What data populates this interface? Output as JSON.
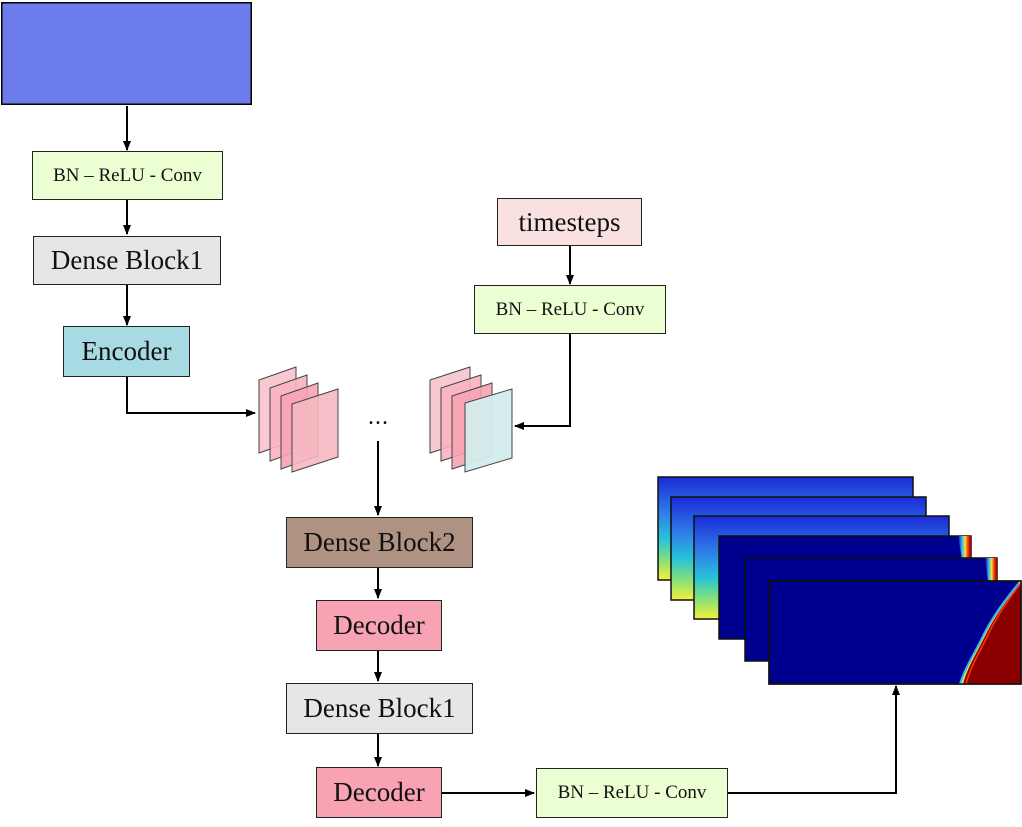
{
  "blocks": {
    "bn_relu_conv_top": "BN – ReLU - Conv",
    "dense_block1_top": "Dense Block1",
    "encoder": "Encoder",
    "timesteps": "timesteps",
    "bn_relu_conv_time": "BN – ReLU - Conv",
    "ellipsis": "...",
    "dense_block2": "Dense Block2",
    "decoder_1": "Decoder",
    "dense_block1_bottom": "Dense Block1",
    "decoder_2": "Decoder",
    "bn_relu_conv_out": "BN – ReLU - Conv"
  },
  "colors": {
    "green": "#ebffd3",
    "gray": "#e6e6e6",
    "blue": "#a8dae4",
    "brown": "#b09282",
    "pink": "#f8a3b3",
    "light_pink": "#fae1e1",
    "feature_map_pink": "#f8a3b3",
    "feature_map_blue": "#d4ecec",
    "field_navy": "#00008f",
    "field_dark_red": "#8a0000"
  }
}
